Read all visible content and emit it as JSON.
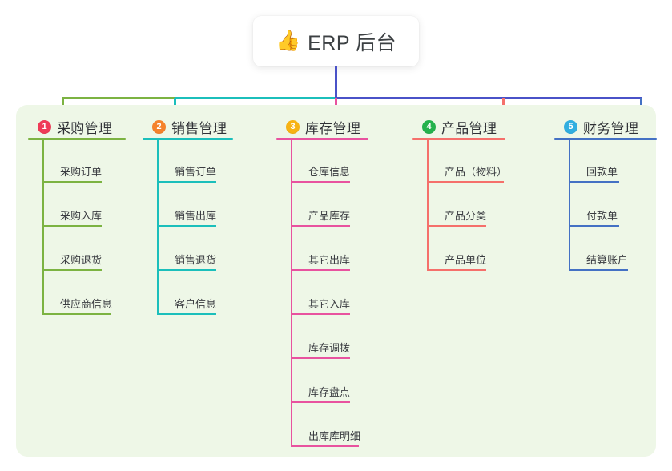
{
  "root": {
    "icon": "thumbs-up-icon",
    "icon_glyph": "👍",
    "title": "ERP 后台"
  },
  "palette": {
    "panel_background": "#eef7e7",
    "page_background": "#ffffff",
    "text": "#3b3d42",
    "title_text": "#3c4043"
  },
  "columns": [
    {
      "number": "1",
      "title": "采购管理",
      "badge_color": "#ef3b57",
      "line_color": "#7cb342",
      "items": [
        {
          "label": "采购订单"
        },
        {
          "label": "采购入库"
        },
        {
          "label": "采购退货"
        },
        {
          "label": "供应商信息"
        }
      ]
    },
    {
      "number": "2",
      "title": "销售管理",
      "badge_color": "#f5822b",
      "line_color": "#1bbfbb",
      "items": [
        {
          "label": "销售订单"
        },
        {
          "label": "销售出库"
        },
        {
          "label": "销售退货"
        },
        {
          "label": "客户信息"
        }
      ]
    },
    {
      "number": "3",
      "title": "库存管理",
      "badge_color": "#f7b314",
      "line_color": "#e8539f",
      "items": [
        {
          "label": "仓库信息"
        },
        {
          "label": "产品库存"
        },
        {
          "label": "其它出库"
        },
        {
          "label": "其它入库"
        },
        {
          "label": "库存调拨"
        },
        {
          "label": "库存盘点"
        },
        {
          "label": "出库库明细"
        }
      ]
    },
    {
      "number": "4",
      "title": "产品管理",
      "badge_color": "#24b24c",
      "line_color": "#f5706b",
      "items": [
        {
          "label": "产品（物料）"
        },
        {
          "label": "产品分类"
        },
        {
          "label": "产品单位"
        }
      ]
    },
    {
      "number": "5",
      "title": "财务管理",
      "badge_color": "#31aee0",
      "line_color": "#4471c4",
      "items": [
        {
          "label": "回款单"
        },
        {
          "label": "付款单"
        },
        {
          "label": "结算账户"
        }
      ]
    }
  ],
  "connector": {
    "trunk_color": "#4a52c8",
    "bus_segments": [
      {
        "color": "#7cb342"
      },
      {
        "color": "#1bbfbb"
      },
      {
        "color": "#4a52c8"
      }
    ]
  }
}
